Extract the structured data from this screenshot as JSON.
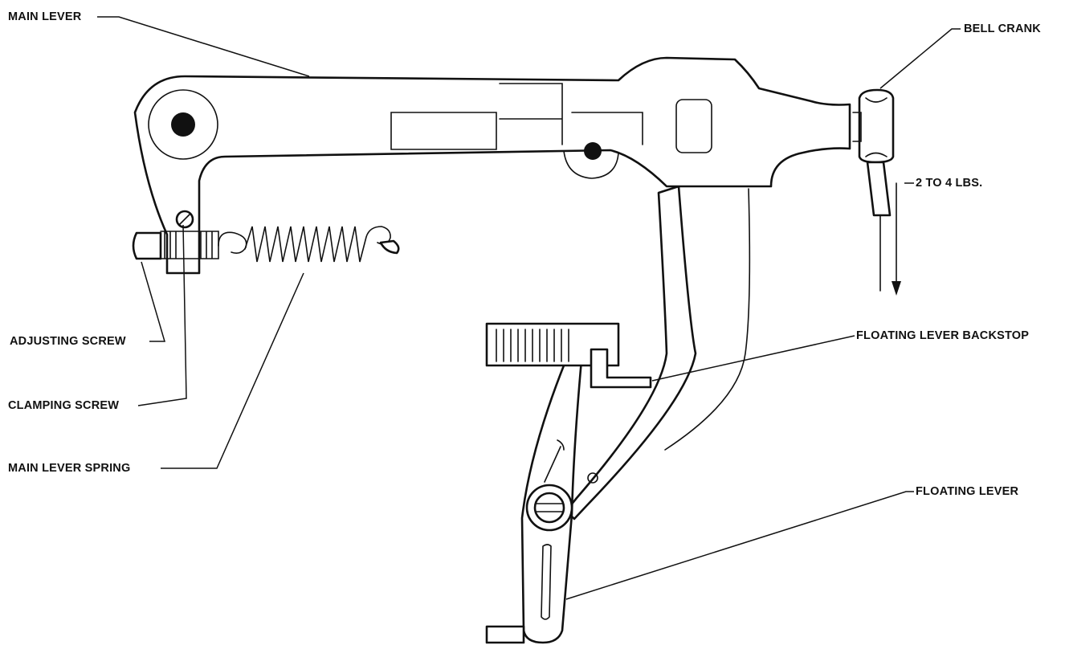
{
  "labels": {
    "main_lever": "MAIN LEVER",
    "bell_crank": "BELL CRANK",
    "force": "2 TO 4 LBS.",
    "adjusting_screw": "ADJUSTING SCREW",
    "clamping_screw": "CLAMPING SCREW",
    "main_lever_spring": "MAIN LEVER SPRING",
    "floating_lever_backstop": "FLOATING LEVER BACKSTOP",
    "floating_lever": "FLOATING LEVER"
  },
  "colors": {
    "ink": "#111111",
    "paper": "#ffffff"
  }
}
